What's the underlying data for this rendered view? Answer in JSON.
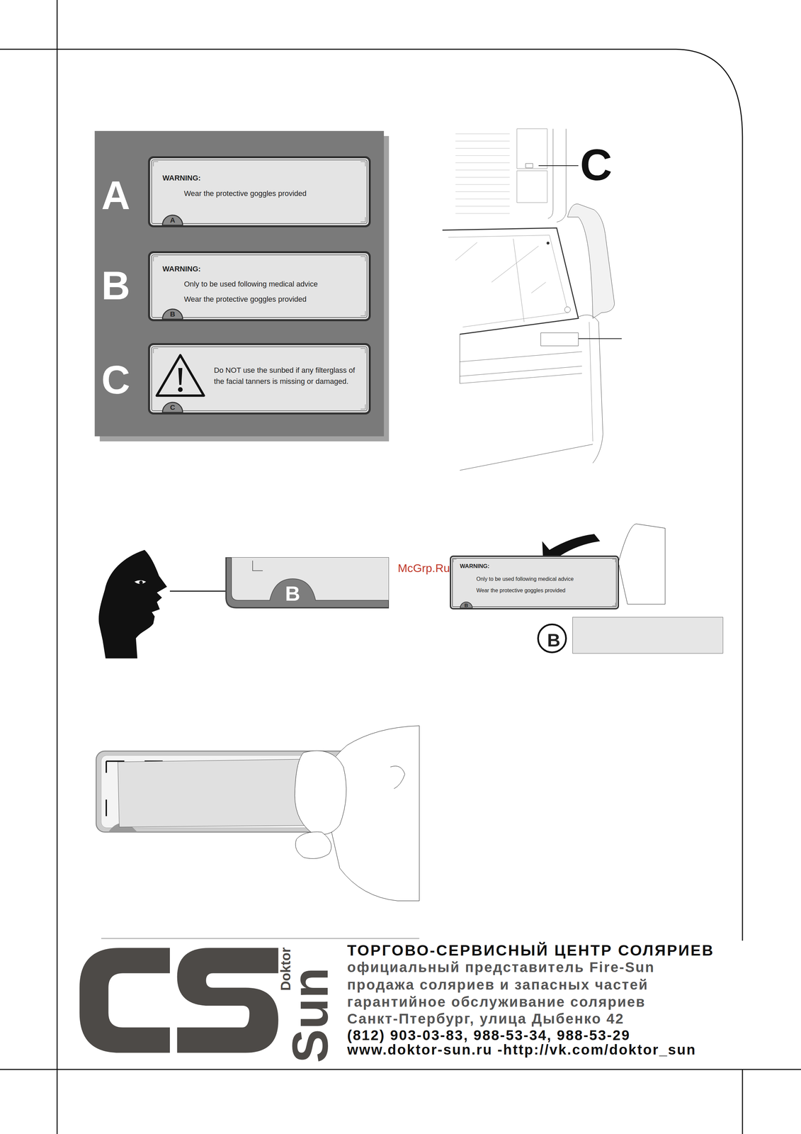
{
  "diagram": {
    "nodes": [
      {
        "text": [
          "WARNING:",
          "Wear the protective goggles provided",
          "A"
        ]
      },
      {
        "text": [
          "WARNING:",
          "Only to be used following medical advice",
          "Wear the protective goggles provided",
          "B"
        ]
      },
      {
        "text": [
          "Do NOT use the sunbed if any filterglass of the facial tanners is missing or damaged.",
          "C"
        ]
      },
      {
        "text": [
          "WARNING:",
          "Only to be used following medical advice",
          "Wear the protective goggles provided",
          "B"
        ]
      },
      {
        "text": [
          "B"
        ]
      },
      {
        "text": [
          "B"
        ]
      }
    ],
    "labels": [
      "A",
      "B",
      "C",
      "C",
      "McGrp.Ru",
      "Doktor",
      "Sun",
      "ТОРГОВО-СЕРВИСНЫЙ ЦЕНТР СОЛЯРИЕВ",
      "официальный представитель Fire-Sun",
      "продажа соляриев и запасных частей",
      "гарантийное обслуживание соляриев",
      "Санкт-Птербург, улица Дыбенко 42",
      "(812) 903-03-83, 988-53-34, 988-53-29",
      "www.doktor-sun.ru -http://vk.com/doktor_sun"
    ]
  }
}
